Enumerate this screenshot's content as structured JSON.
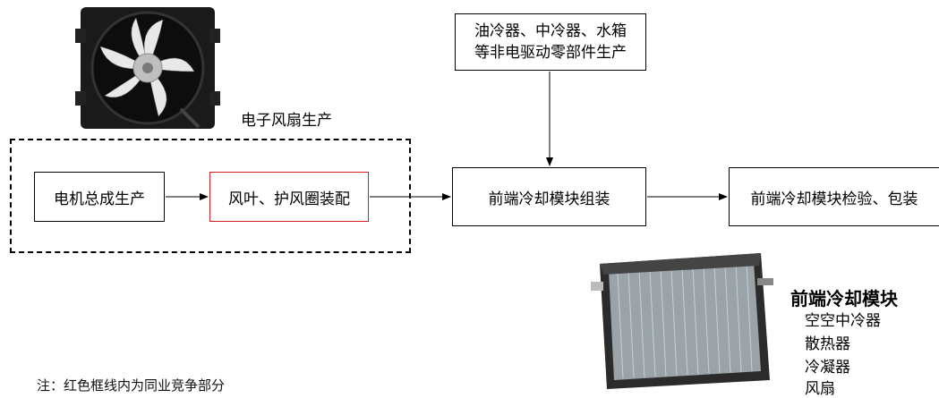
{
  "diagram": {
    "boxes": {
      "motor": "电机总成生产",
      "blade": "风叶、护风圈装配",
      "other_top": "油冷器、中冷器、水箱",
      "other_bottom": "等非电驱动零部件生产",
      "assembly": "前端冷却模块组装",
      "inspection": "前端冷却模块检验、包装"
    },
    "fan_group_label": "电子风扇生产",
    "note": "注：红色框线内为同业竞争部分",
    "module": {
      "title": "前端冷却模块",
      "items": [
        "空空中冷器",
        "散热器",
        "冷凝器",
        "风扇"
      ]
    },
    "images": {
      "fan_image": "electric-fan-photo",
      "radiator_image": "radiator-module-photo"
    },
    "colors": {
      "highlight": "#d42020"
    }
  }
}
